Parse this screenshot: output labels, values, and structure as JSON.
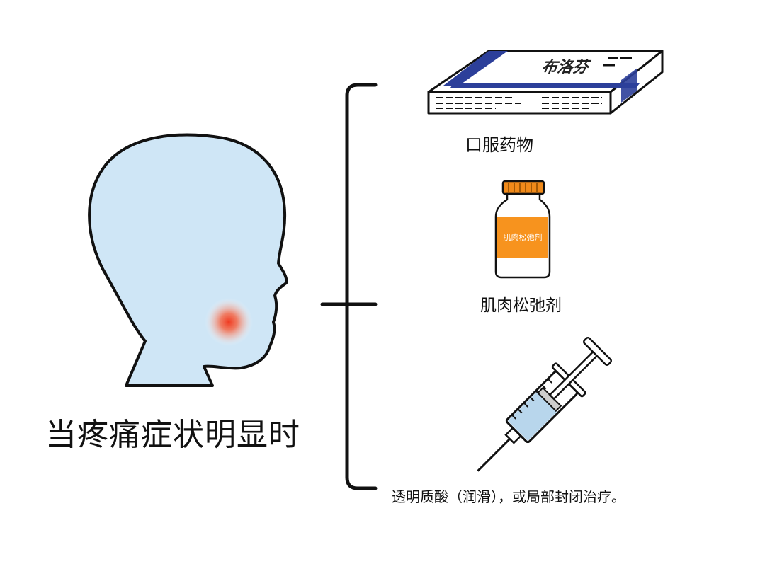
{
  "main_caption": "当疼痛症状明显时",
  "treatments": [
    {
      "label": "口服药物",
      "icon": "medicine-box-icon"
    },
    {
      "label": "肌肉松弛剂",
      "icon": "pill-bottle-icon",
      "bottle_label": "肌肉松弛剂"
    },
    {
      "label": "透明质酸（润滑），或局部封闭治疗。",
      "icon": "syringe-icon"
    }
  ],
  "box_print": "布洛芬",
  "colors": {
    "head_fill": "#cfe6f6",
    "pain_spot": "#f04a28",
    "bottle_cap": "#f08a1a",
    "bottle_label": "#f7931e",
    "box_stripe": "#2c3f9a",
    "syringe_fluid": "#b8d6ec"
  }
}
